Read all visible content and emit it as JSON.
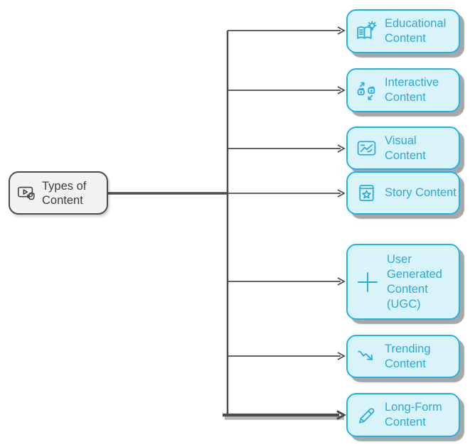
{
  "diagram": {
    "type": "mindmap-flowchart",
    "direction": "left-to-right",
    "root": {
      "label": "Types of Content",
      "icon": "video-tap-icon"
    },
    "children": [
      {
        "id": "educational",
        "label": "Educational Content",
        "icon": "book-lightbulb-icon"
      },
      {
        "id": "interactive",
        "label": "Interactive Content",
        "icon": "swap-hands-icon"
      },
      {
        "id": "visual",
        "label": "Visual Content",
        "icon": "image-chart-icon"
      },
      {
        "id": "story",
        "label": "Story Content",
        "icon": "story-book-star-icon"
      },
      {
        "id": "ugc",
        "label": "User Generated Content (UGC)",
        "icon": "plus-icon"
      },
      {
        "id": "trending",
        "label": "Trending Content",
        "icon": "trending-arrow-icon"
      },
      {
        "id": "longform",
        "label": "Long-Form Content",
        "icon": "pen-icon"
      }
    ],
    "palette": {
      "child_border": "#24b0e4",
      "child_fill": "#d9f3fb",
      "child_text": "#2aa9db",
      "child_icon": "#29abe2",
      "root_border": "#4a4a4a",
      "root_fill": "#f2f2f2",
      "root_text": "#3d3d3d",
      "edge_line": "#4d4d4d",
      "shadow": "rgba(95,95,95,0.55)",
      "background": "#ffffff"
    }
  }
}
